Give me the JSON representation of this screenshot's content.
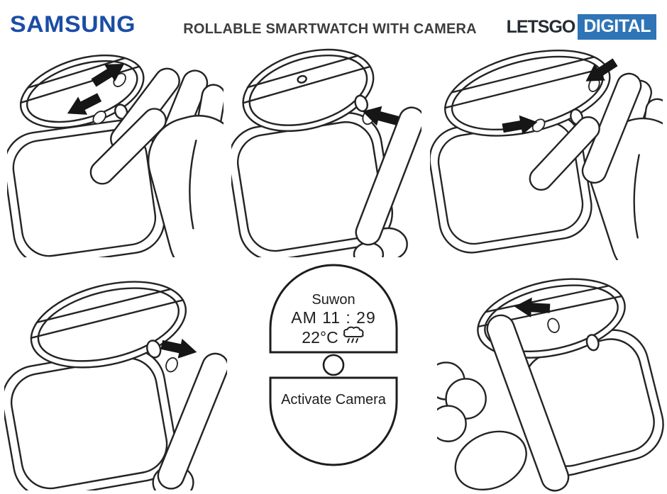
{
  "header": {
    "samsung_logo": "SAMSUNG",
    "title": "ROLLABLE SMARTWATCH WITH CAMERA",
    "letsgo_logo": {
      "text_left": "LETSGO",
      "text_right": "DIGITAL"
    }
  },
  "colors": {
    "background": "#ffffff",
    "samsung_blue": "#1b4da6",
    "letsgo_text_dark": "#252b33",
    "letsgo_badge_blue": "#2f74b6",
    "title_gray": "#3d3d3d",
    "line_art_ink": "#242424",
    "arrow_black": "#161616"
  },
  "watch_display": {
    "city": "Suwon",
    "time_line": "AM 11 : 29",
    "temperature": "22°C",
    "weather_icon": "rain-cloud-icon",
    "camera_icon": "camera-lens-icon",
    "action_label": "Activate Camera"
  },
  "figures": [
    {
      "name": "stretch-watch-face-two-fingers",
      "arrow_icons": [
        "arrow-up-right-icon",
        "arrow-down-left-icon"
      ]
    },
    {
      "name": "press-crown-button-finger",
      "arrow_icons": [
        "arrow-left-icon"
      ],
      "camera_dot_on_face": true
    },
    {
      "name": "pinch-watch-face-two-fingers",
      "arrow_icons": [
        "arrow-right-icon",
        "arrow-down-left-icon"
      ]
    },
    {
      "name": "pull-crown-button-finger",
      "arrow_icons": [
        "arrow-right-icon"
      ]
    },
    {
      "name": "swipe-watch-display-finger",
      "arrow_icons": [
        "arrow-left-icon"
      ]
    }
  ]
}
